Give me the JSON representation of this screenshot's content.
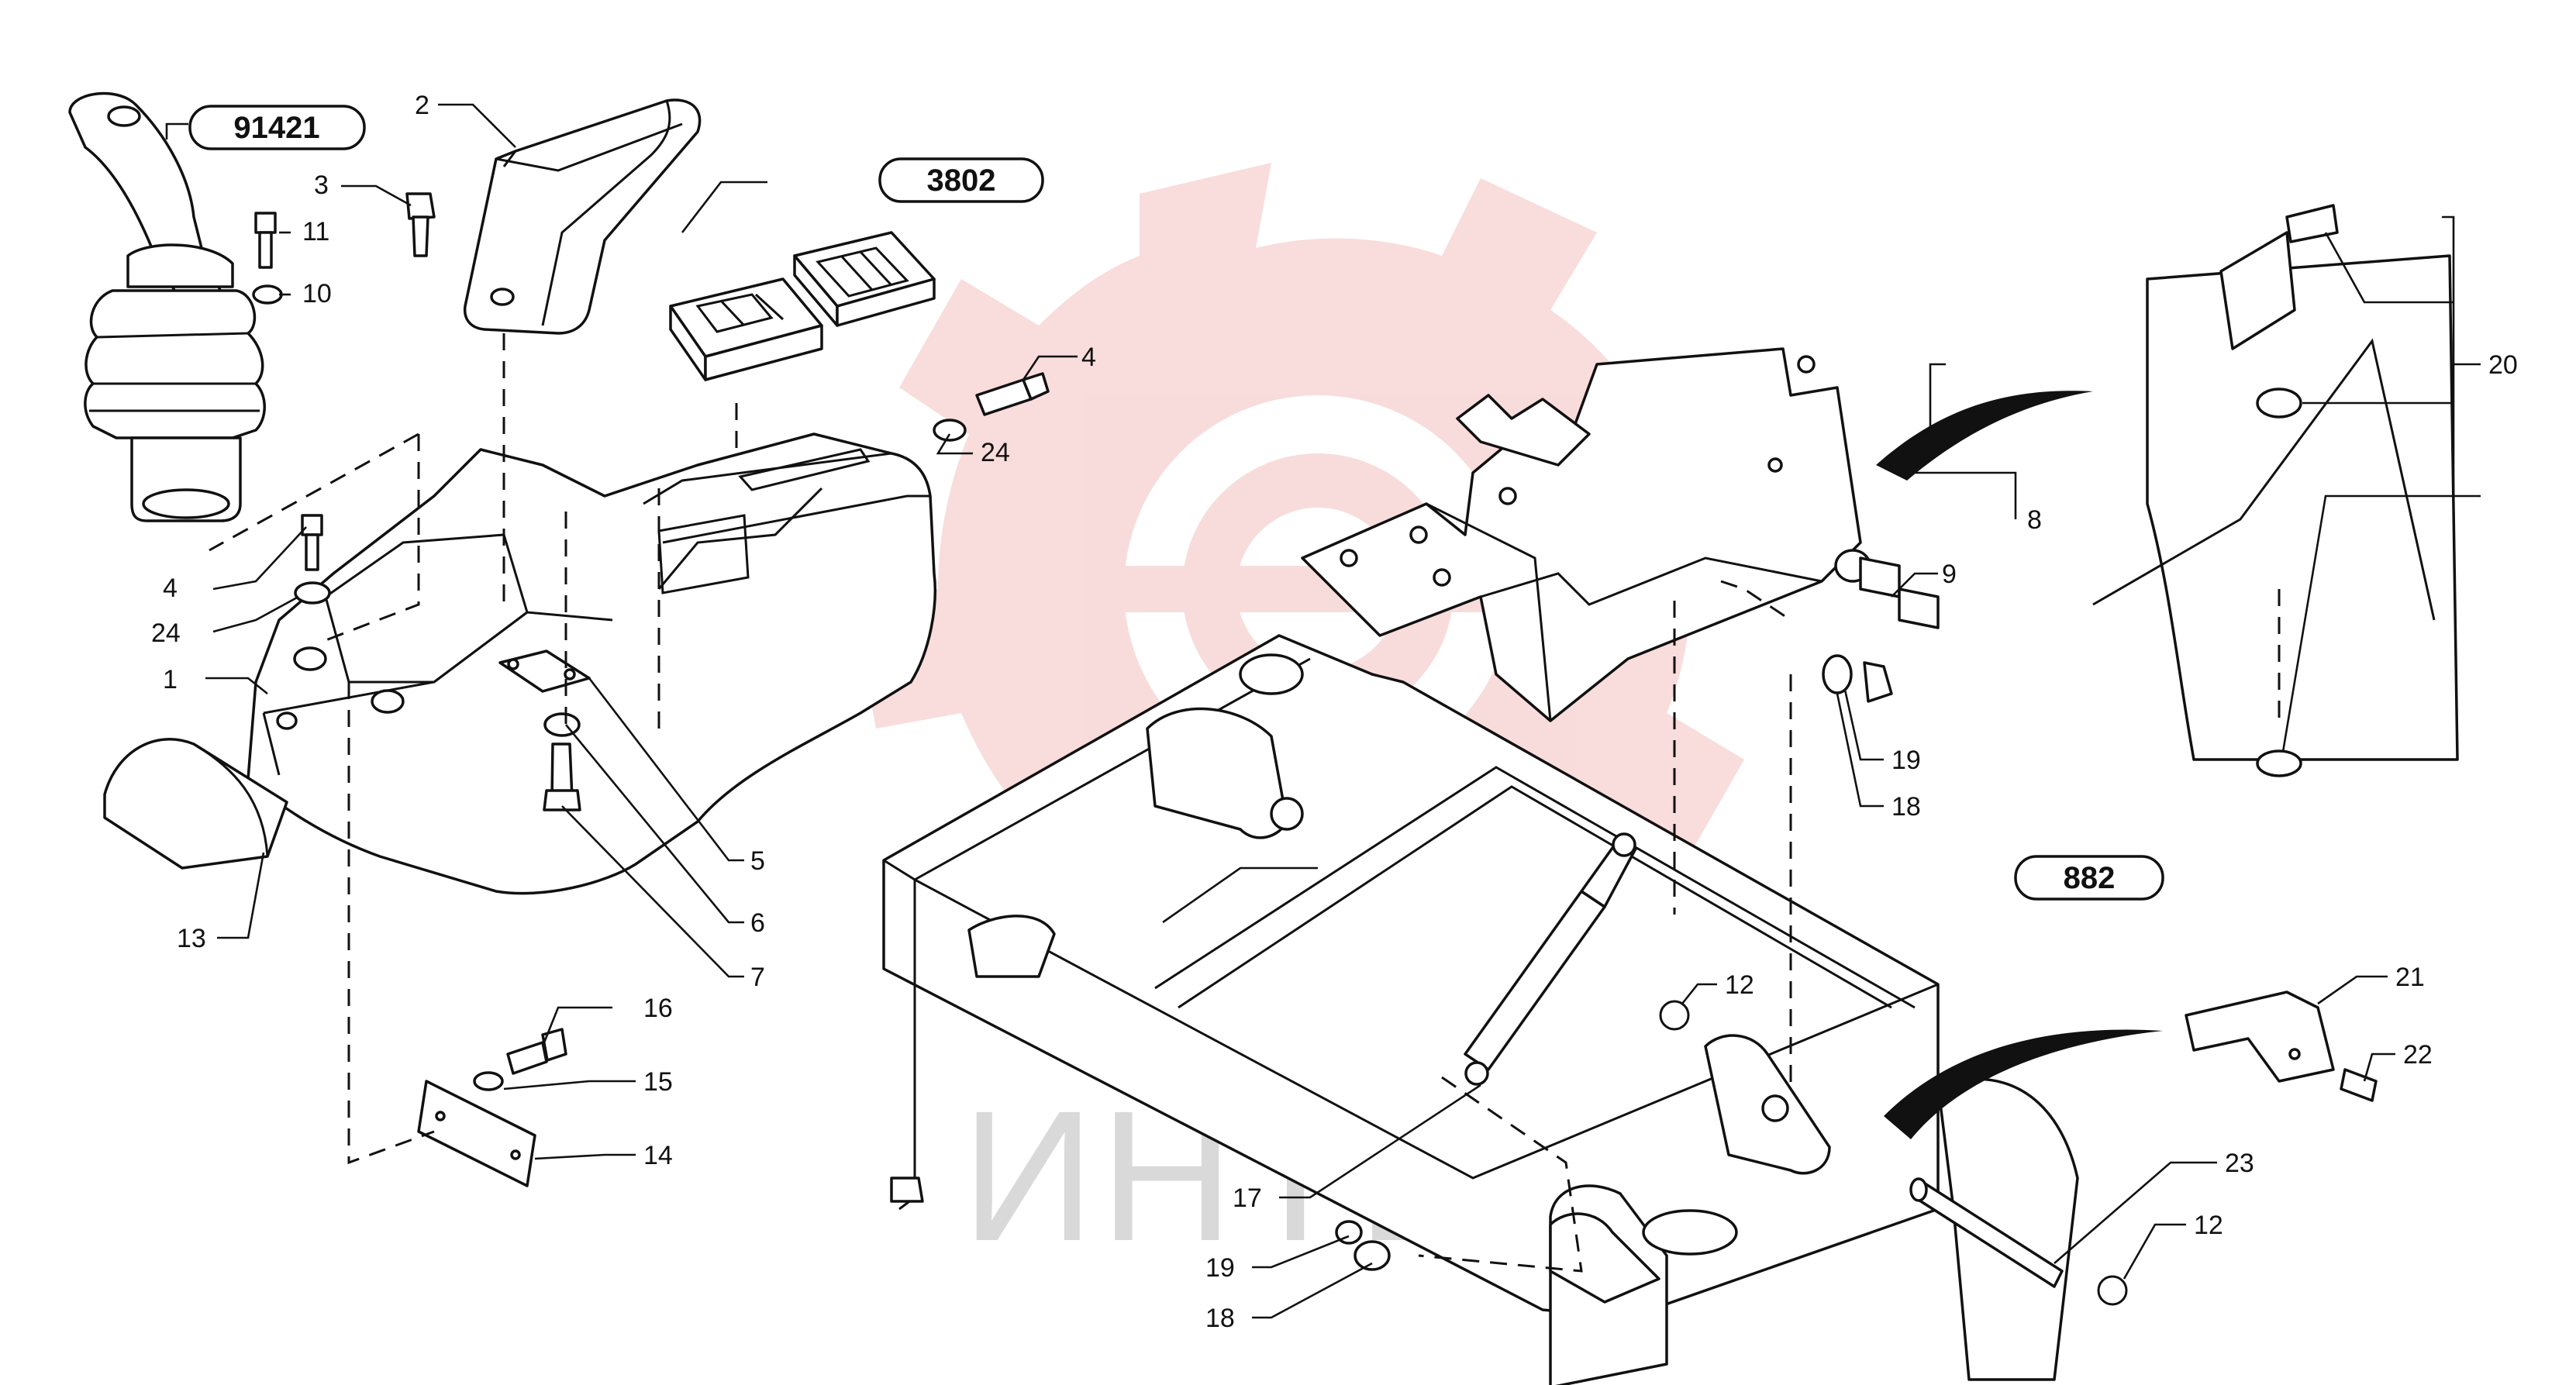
{
  "watermark": {
    "text": "ИНТЕХ",
    "logo_color": "#f4c0c0",
    "text_color": "#d9d9d9"
  },
  "ref_boxes": {
    "joystick": "91421",
    "switch_panel": "3802",
    "frame": "882"
  },
  "callouts": {
    "n1": "1",
    "n2": "2",
    "n3": "3",
    "n4a": "4",
    "n4b": "4",
    "n5": "5",
    "n6": "6",
    "n7": "7",
    "n8": "8",
    "n9": "9",
    "n10": "10",
    "n11": "11",
    "n12a": "12",
    "n12b": "12",
    "n13": "13",
    "n14": "14",
    "n15": "15",
    "n16": "16",
    "n17": "17",
    "n18a": "18",
    "n18b": "18",
    "n19a": "19",
    "n19b": "19",
    "n20": "20",
    "n21": "21",
    "n22": "22",
    "n23": "23",
    "n24a": "24",
    "n24b": "24"
  }
}
